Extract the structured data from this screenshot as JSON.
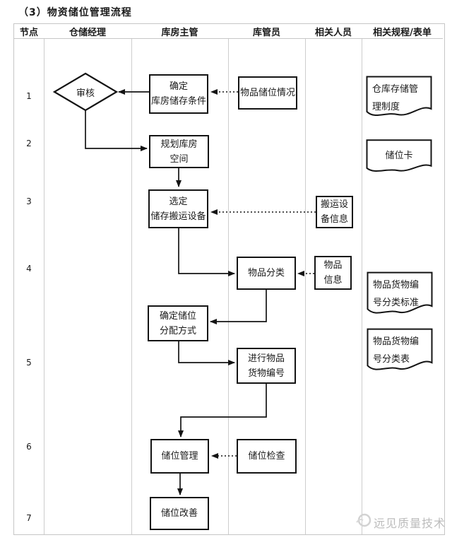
{
  "page": {
    "title": "（3）物资储位管理流程"
  },
  "header": {
    "columns": [
      "节点",
      "仓储经理",
      "库房主管",
      "库管员",
      "相关人员",
      "相关规程/表单"
    ]
  },
  "rows": [
    "1",
    "2",
    "3",
    "4",
    "5",
    "6",
    "7"
  ],
  "flow": {
    "audit": "审核",
    "determine_conditions": "确定\n库房储存条件",
    "plan_space": "规划库房\n空间",
    "select_equipment": "选定\n储存搬运设备",
    "determine_allocation": "确定储位\n分配方式",
    "location_management": "储位管理",
    "location_improvement": "储位改善",
    "item_storage_status": "物品储位情况",
    "item_classification": "物品分类",
    "item_numbering": "进行物品\n货物编号",
    "location_check": "储位检查",
    "equipment_info": "搬运设\n备信息",
    "item_info": "物品\n信息"
  },
  "documents": {
    "warehouse_storage_system": "仓库存储管\n理制度",
    "location_card": "储位卡",
    "numbering_standard": "物品货物编\n号分类标准",
    "numbering_table": "物品货物编\n号分类表"
  },
  "watermark": {
    "text": "远见质量技术"
  },
  "colors": {
    "line": "#141414",
    "grid": "#c6c6c6",
    "background": "#ffffff",
    "watermark": "#bcbcbc"
  }
}
